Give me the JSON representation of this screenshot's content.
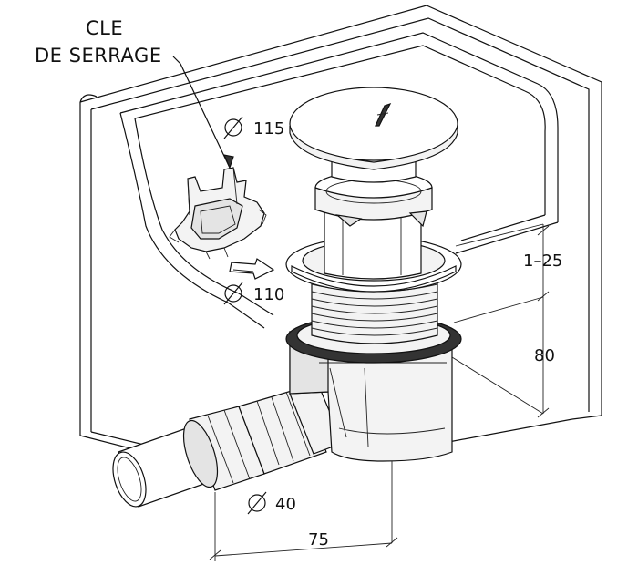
{
  "labels": {
    "key_line1": "CLE",
    "key_line2": "DE SERRAGE",
    "diam_cover": "115",
    "diam_flange": "110",
    "diam_pipe": "40",
    "height_adjust": "1–25",
    "height_total": "80",
    "width_outlet": "75"
  },
  "symbols": {
    "diameter": "diameter-symbol-icon"
  }
}
